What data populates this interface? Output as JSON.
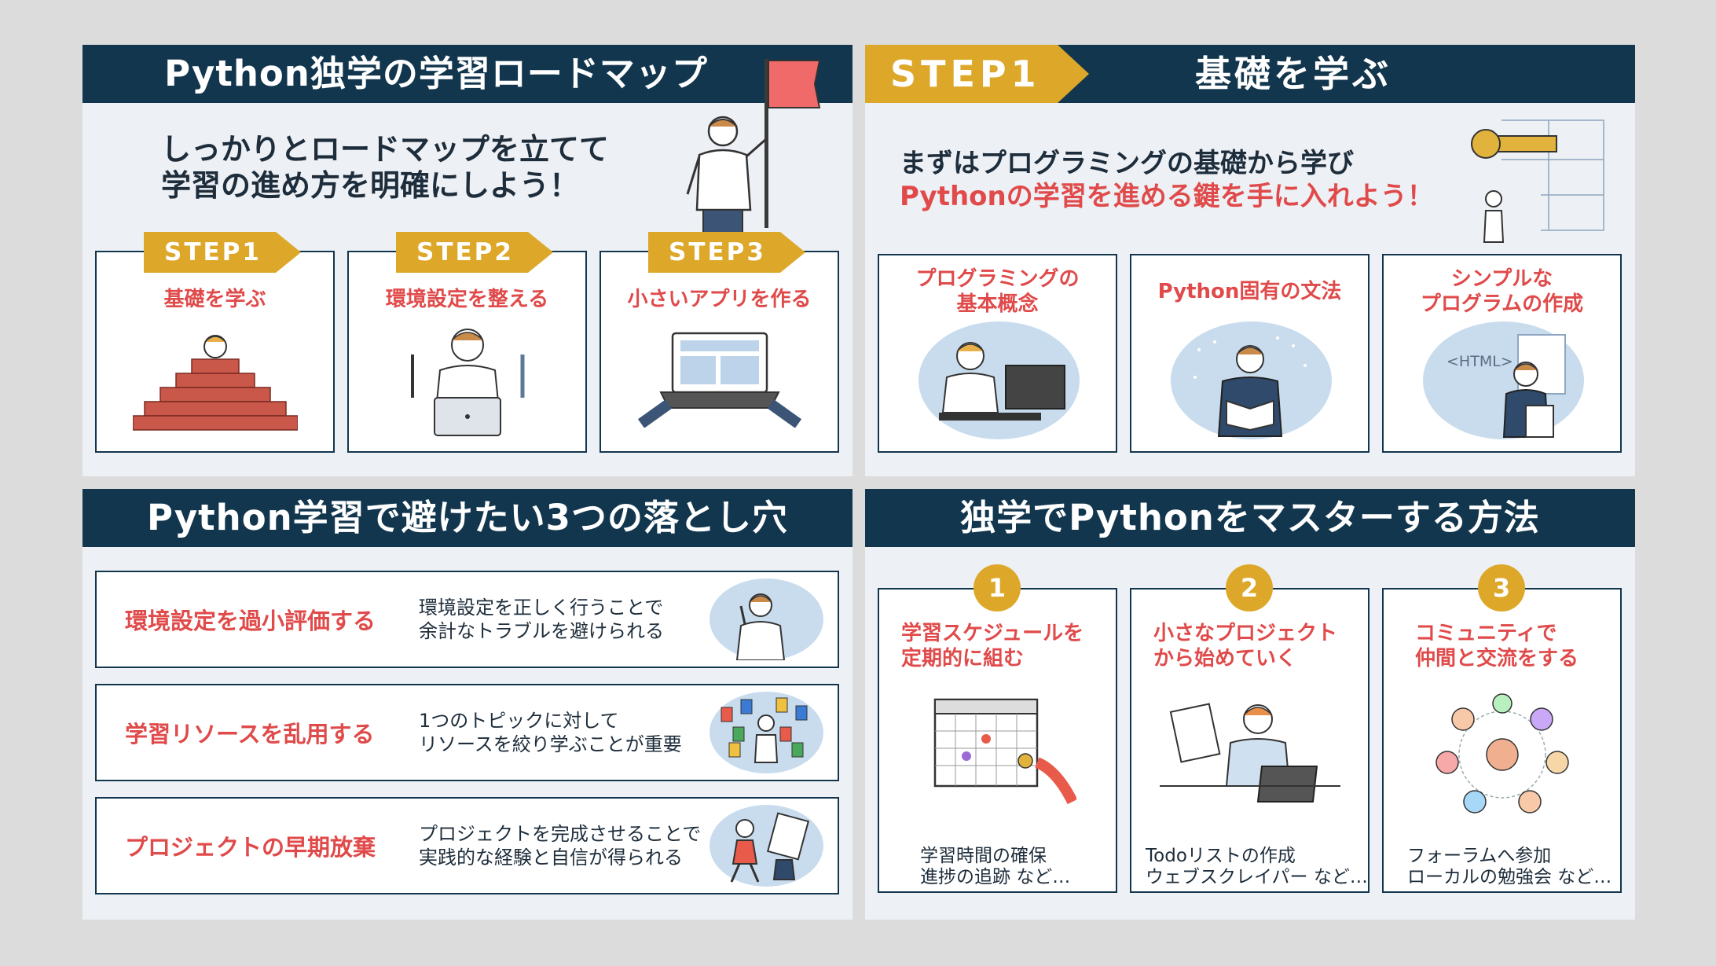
{
  "roadmap": {
    "title": "Python独学の学習ロードマップ",
    "lead_line1": "しっかりとロードマップを立てて",
    "lead_line2": "学習の進め方を明確にしよう！",
    "steps": [
      {
        "badge": "STEP1",
        "label": "基礎を学ぶ"
      },
      {
        "badge": "STEP2",
        "label": "環境設定を整える"
      },
      {
        "badge": "STEP3",
        "label": "小さいアプリを作る"
      }
    ]
  },
  "step1": {
    "badge": "STEP1",
    "title": "基礎を学ぶ",
    "lead_line1": "まずはプログラミングの基礎から学び",
    "lead_line2": "Pythonの学習を進める鍵を手に入れよう！",
    "cards": [
      {
        "line1": "プログラミングの",
        "line2": "基本概念"
      },
      {
        "line1": "Python固有の文法",
        "line2": ""
      },
      {
        "line1": "シンプルな",
        "line2": "プログラムの作成"
      }
    ],
    "html_tag": "<HTML>"
  },
  "pitfalls": {
    "title": "Python学習で避けたい3つの落とし穴",
    "items": [
      {
        "title": "環境設定を過小評価する",
        "desc": "環境設定を正しく行うことで\n余計なトラブルを避けられる"
      },
      {
        "title": "学習リソースを乱用する",
        "desc": "1つのトピックに対して\nリソースを絞り学ぶことが重要"
      },
      {
        "title": "プロジェクトの早期放棄",
        "desc": "プロジェクトを完成させることで\n実践的な経験と自信が得られる"
      }
    ]
  },
  "master": {
    "title": "独学でPythonをマスターする方法",
    "cards": [
      {
        "num": "1",
        "line1": "学習スケジュールを",
        "line2": "定期的に組む",
        "desc1": "学習時間の確保",
        "desc2": "進捗の追跡 など…"
      },
      {
        "num": "2",
        "line1": "小さなプロジェクト",
        "line2": "から始めていく",
        "desc1": "Todoリストの作成",
        "desc2": "ウェブスクレイパー など…"
      },
      {
        "num": "3",
        "line1": "コミュニティで",
        "line2": "仲間と交流をする",
        "desc1": "フォーラムへ参加",
        "desc2": "ローカルの勉強会 など…"
      }
    ]
  },
  "colors": {
    "navy": "#12364e",
    "accent_red": "#e04a4a",
    "gold": "#dda82a",
    "panel_bg": "#edf0f4",
    "page_bg": "#dcdcdc"
  }
}
